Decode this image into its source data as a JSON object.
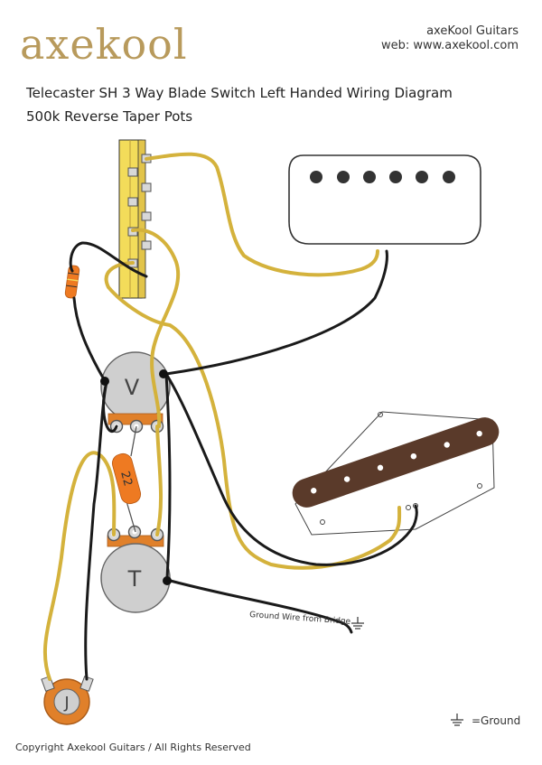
{
  "header": {
    "logo_text": "axekool",
    "company_name": "axeKool Guitars",
    "company_web": "web: www.axekool.com",
    "title": "Telecaster SH 3 Way Blade Switch Left Handed Wiring Diagram",
    "subtitle": "500k Reverse Taper Pots"
  },
  "labels": {
    "volume_pot": "V",
    "tone_pot": "T",
    "jack": "J",
    "capacitor_value": "22",
    "ground_wire": "Ground Wire from Bridge",
    "ground_legend": "=Ground"
  },
  "footer": {
    "copyright": "Copyright Axekool Guitars / All Rights Reserved"
  },
  "colors": {
    "hot_wire": "#d4b23c",
    "ground_wire": "#1a1a1a",
    "switch": "#f3dc5a",
    "pot_body": "#cfcfcf",
    "pot_lug_base": "#e0802a",
    "capacitor": "#ee7a22",
    "resistor": "#ee7a22",
    "pickup_single_coil": "#5a3a2a",
    "logo": "#b89a5c"
  }
}
